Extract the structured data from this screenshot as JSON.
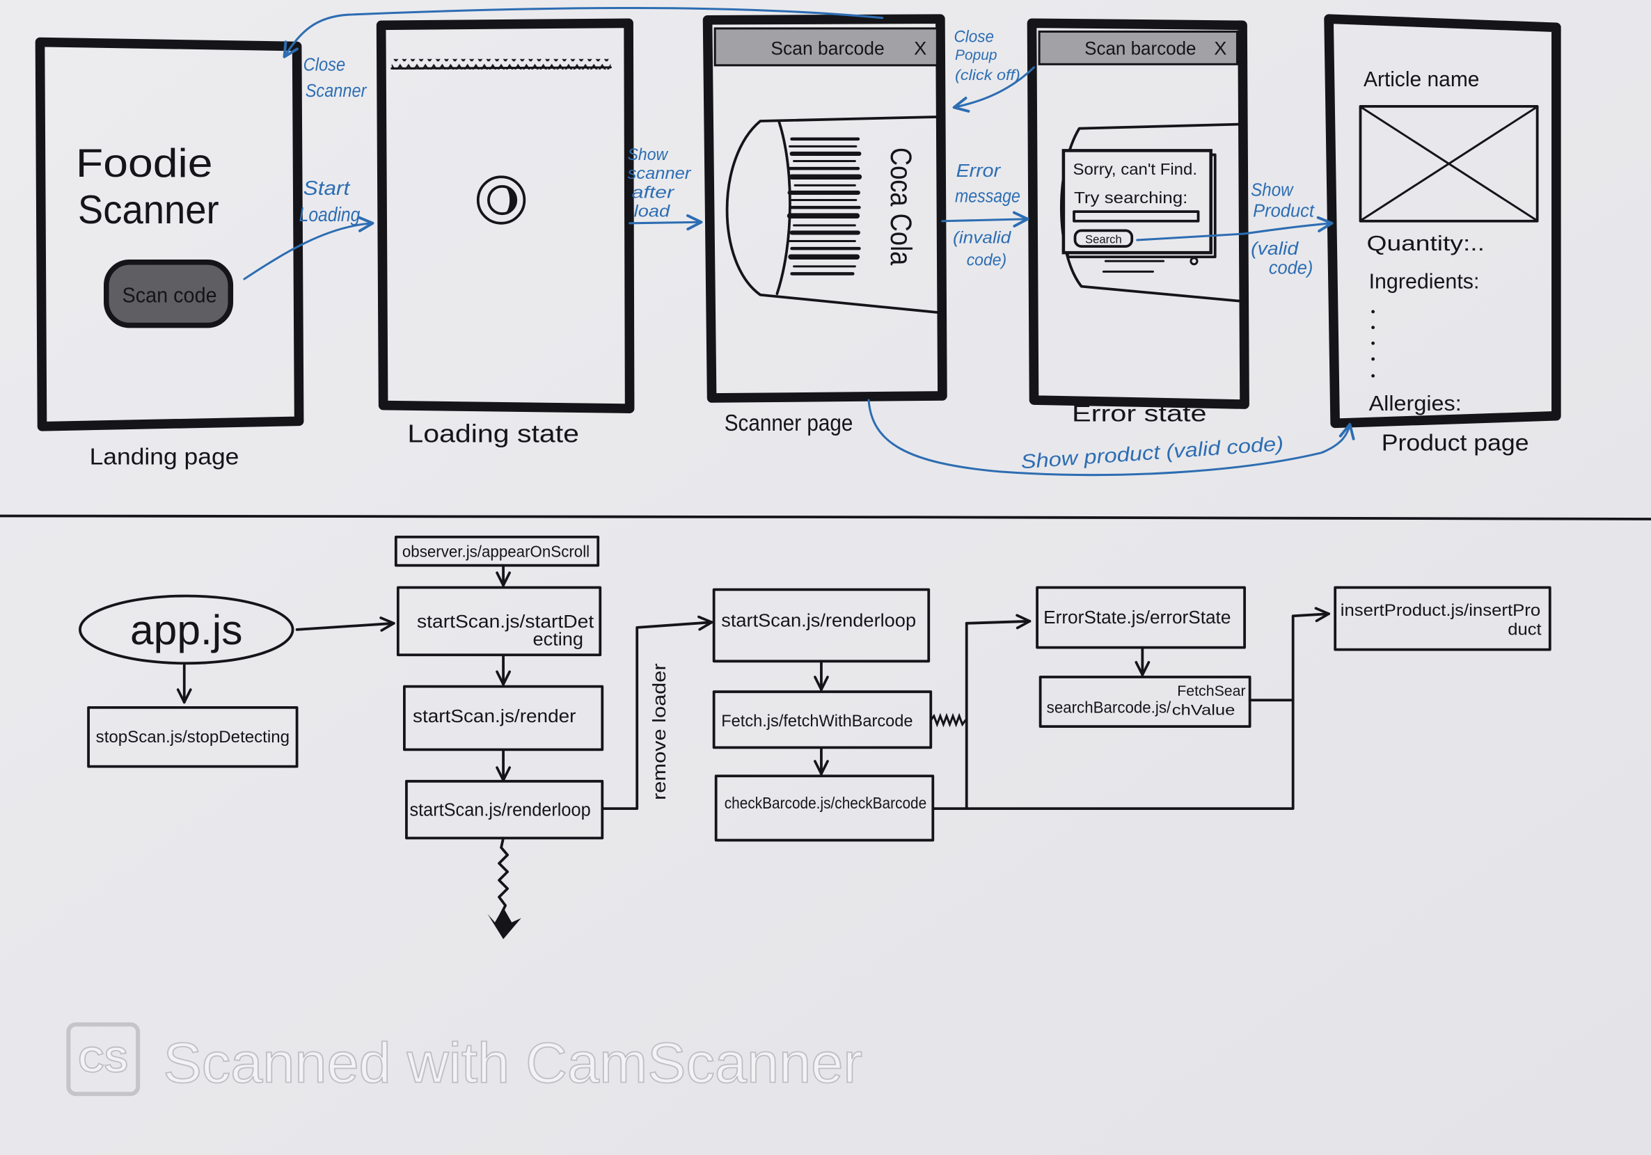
{
  "colors": {
    "paper": "#e9e9ec",
    "ink": "#151519",
    "annotation": "#2d6db2",
    "titlebar": "#a2a2a6",
    "button": "#5f5f63",
    "watermark": "#f3f3f5"
  },
  "screens": {
    "landing": {
      "title": [
        "Foodie",
        "Scanner"
      ],
      "button": "Scan code",
      "caption": "Landing page"
    },
    "loading": {
      "caption": "Loading state"
    },
    "scanner": {
      "titlebar": "Scan barcode",
      "close": "X",
      "product": "Coca Cola",
      "caption": "Scanner page"
    },
    "error": {
      "titlebar": "Scan barcode",
      "close": "X",
      "popup": [
        "Sorry, can't Find.",
        "Try searching:"
      ],
      "search_button": "Search",
      "caption": "Error state"
    },
    "product": {
      "article_name": "Article name",
      "quantity": "Quantity:..",
      "ingredients": "Ingredients:",
      "allergies": "Allergies:",
      "caption": "Product page"
    }
  },
  "transitions": {
    "close_scanner": [
      "Close",
      "Scanner"
    ],
    "start_loading": [
      "Start",
      "Loading"
    ],
    "show_scanner": [
      "Show",
      "scanner",
      "after",
      "load"
    ],
    "close_popup": [
      "Close",
      "Popup",
      "(click off)"
    ],
    "error_message": [
      "Error",
      "message"
    ],
    "invalid_code": [
      "(invalid",
      "code)"
    ],
    "show_product": [
      "Show",
      "Product"
    ],
    "valid_code": [
      "(valid",
      "code)"
    ],
    "show_product_valid": "Show product (valid code)"
  },
  "flow": {
    "app": "app.js",
    "stop_scan": "stopScan.js/stopDetecting",
    "observer": "observer.js/appearOnScroll",
    "start_detecting": [
      "startScan.js/startDet",
      "ecting"
    ],
    "render": "startScan.js/render",
    "renderloop_1": "startScan.js/renderloop",
    "remove_loader": "remove loader",
    "renderloop_2": "startScan.js/renderloop",
    "fetch": "Fetch.js/fetchWithBarcode",
    "check": "checkBarcode.js/checkBarcode",
    "error_state": "ErrorState.js/errorState",
    "search_barcode": [
      "searchBarcode.js/",
      "FetchSear",
      "chValue"
    ],
    "insert_product": [
      "insertProduct.js/insertPro",
      "duct"
    ]
  },
  "watermark": {
    "logo": "CS",
    "text": "Scanned with CamScanner"
  }
}
